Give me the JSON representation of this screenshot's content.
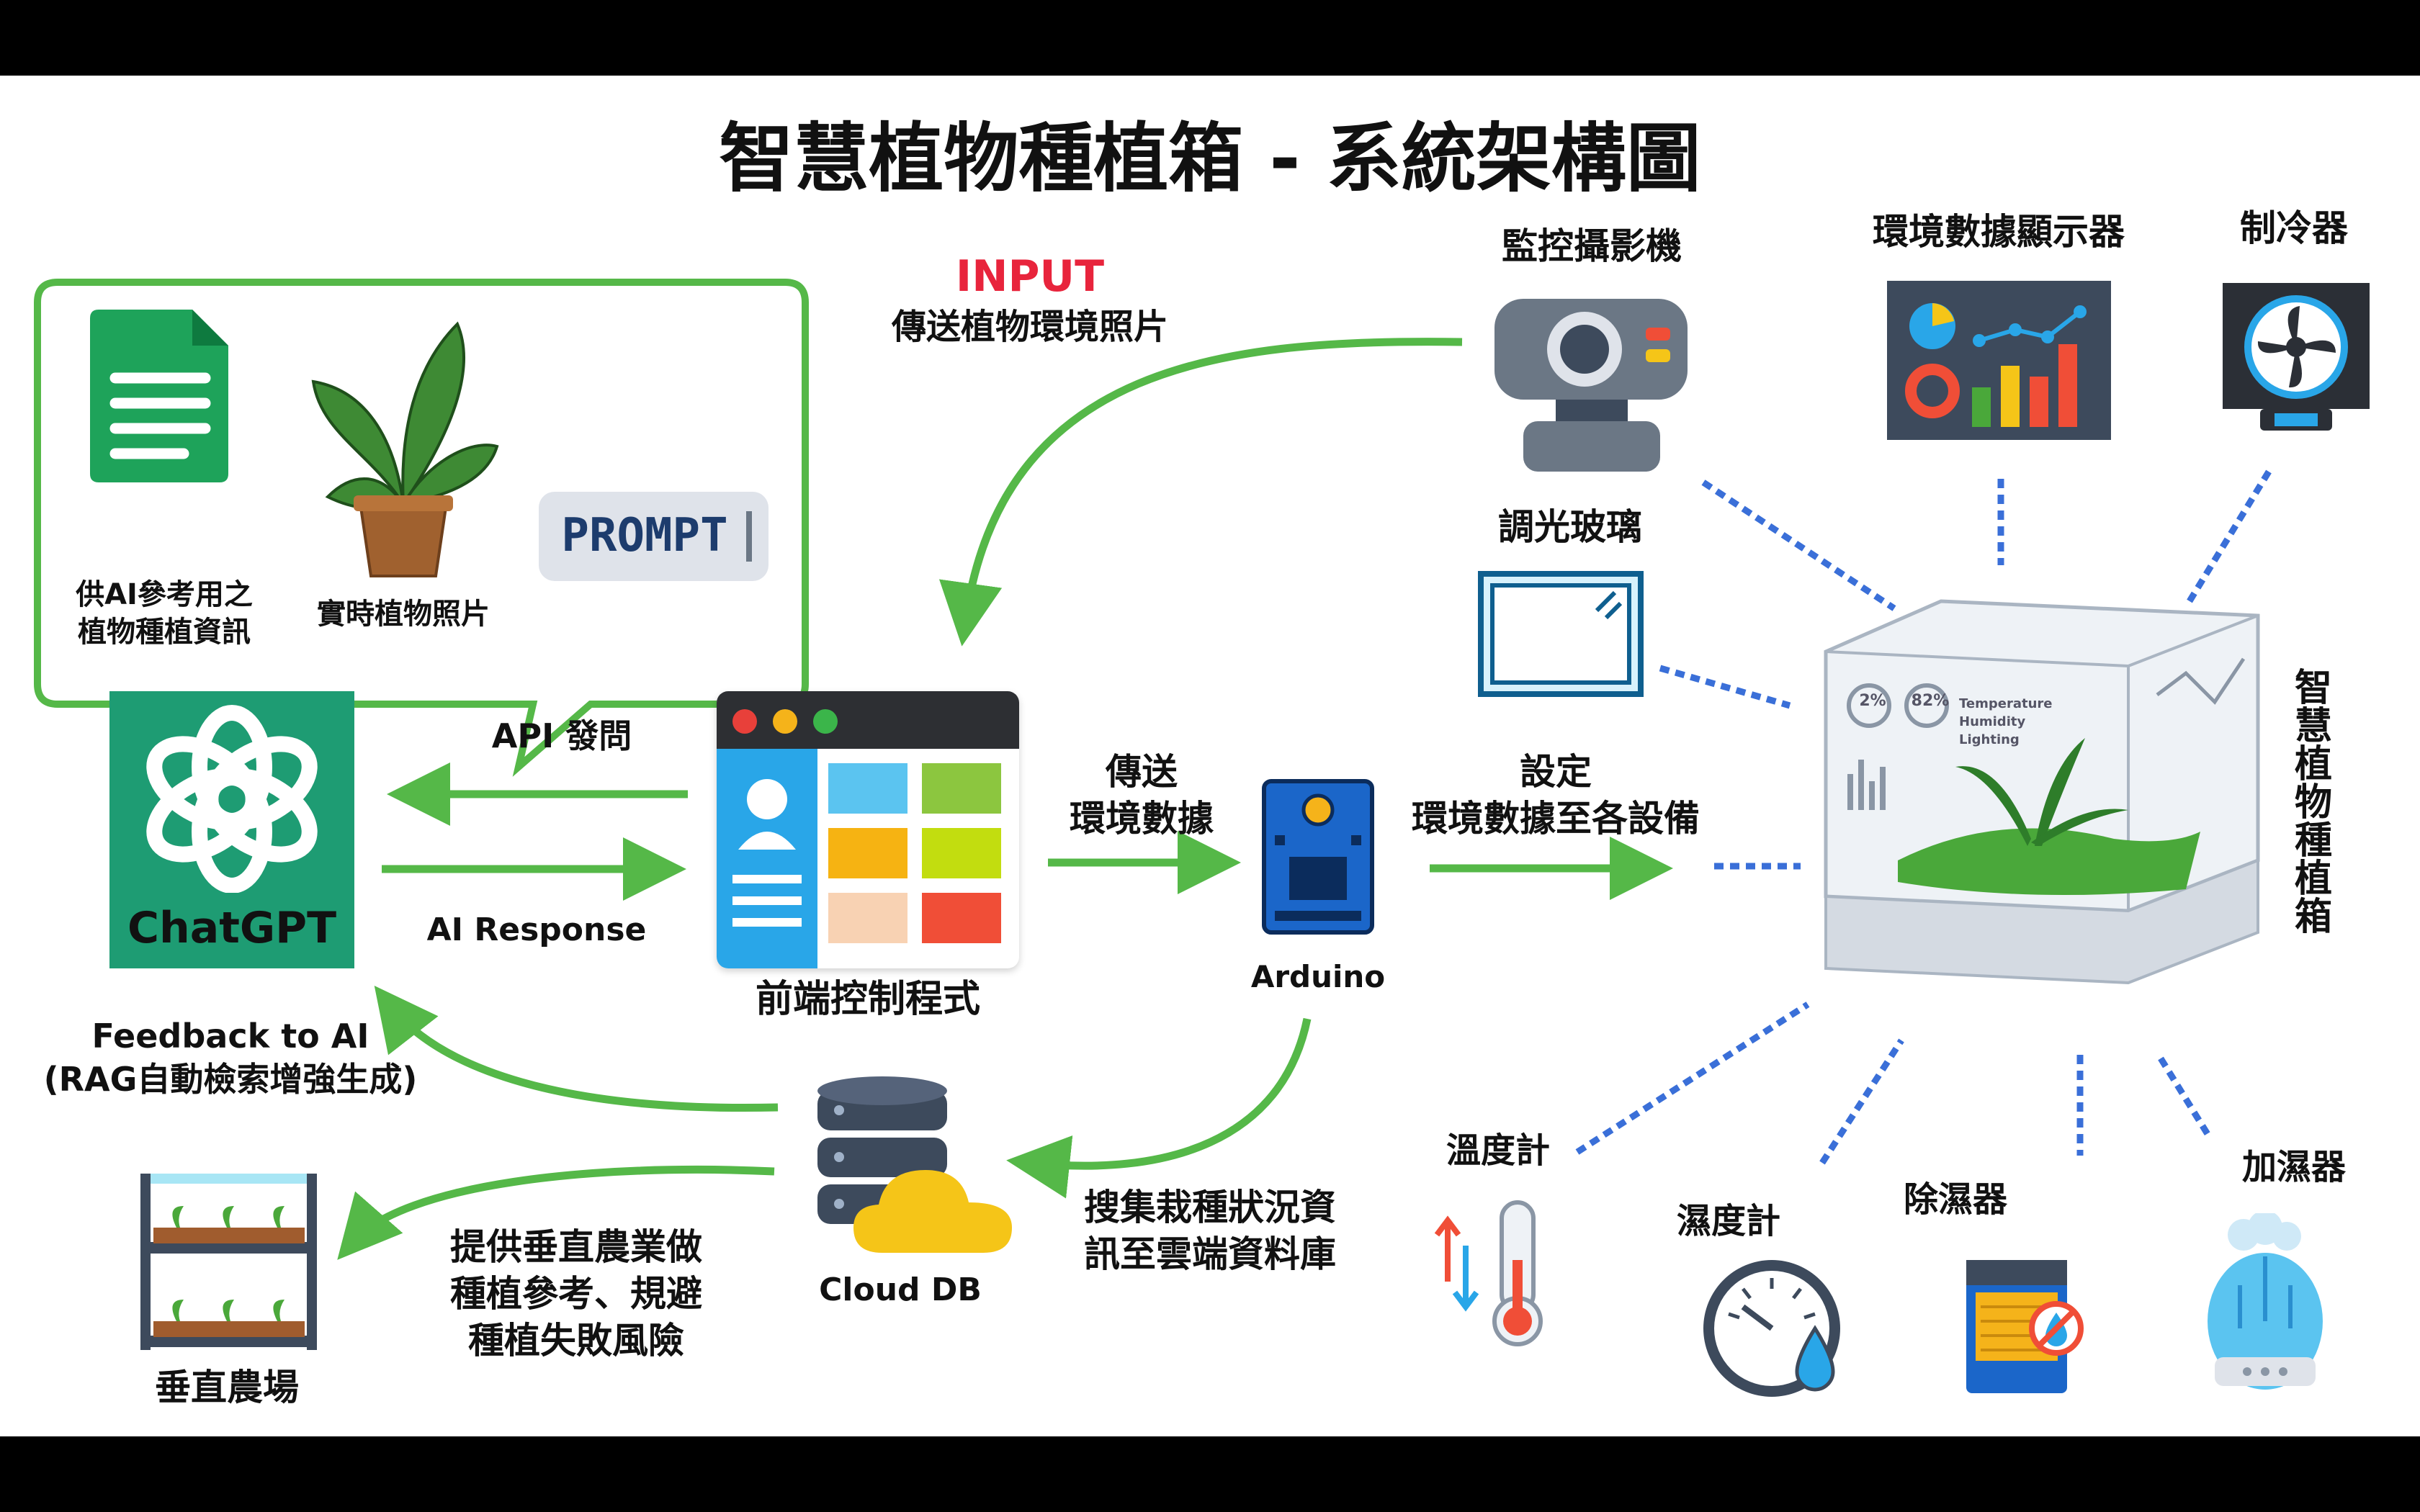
{
  "title": "智慧植物種植箱 - 系統架構圖",
  "colors": {
    "flow_green": "#55b848",
    "link_blue": "#3a6fd8",
    "chatgpt_green": "#1e9c73",
    "input_red": "#e8243c"
  },
  "bubble": {
    "doc_label_line1": "供AI參考用之",
    "doc_label_line2": "植物種植資訊",
    "plant_label": "實時植物照片",
    "prompt_text": "PROMPT"
  },
  "input": {
    "heading": "INPUT",
    "caption": "傳送植物環境照片"
  },
  "chatgpt": {
    "name": "ChatGPT"
  },
  "arrows": {
    "api_ask": "API 發問",
    "ai_response": "AI Response",
    "send_env_line1": "傳送",
    "send_env_line2": "環境數據",
    "set_env_line1": "設定",
    "set_env_line2": "環境數據至各設備",
    "feedback_line1": "Feedback to AI",
    "feedback_line2": "(RAG自動檢索增強生成)",
    "collect_line1": "搜集栽種狀況資",
    "collect_line2": "訊至雲端資料庫",
    "provide_line1": "提供垂直農業做",
    "provide_line2": "種植參考、規避",
    "provide_line3": "種植失敗風險"
  },
  "nodes": {
    "frontend": "前端控制程式",
    "arduino": "Arduino",
    "cloud_db": "Cloud DB",
    "vertical_farm": "垂直農場"
  },
  "devices": {
    "camera": "監控攝影機",
    "display": "環境數據顯示器",
    "cooler": "制冷器",
    "smart_glass": "調光玻璃",
    "thermometer": "溫度計",
    "hygrometer": "濕度計",
    "dehumidifier": "除濕器",
    "humidifier": "加濕器"
  },
  "box_label": "智慧植物種植箱",
  "box_screen": {
    "reading_1": "2%",
    "reading_2": "82%",
    "row_1": "Temperature",
    "row_2": "Humidity",
    "row_3": "Lighting"
  }
}
